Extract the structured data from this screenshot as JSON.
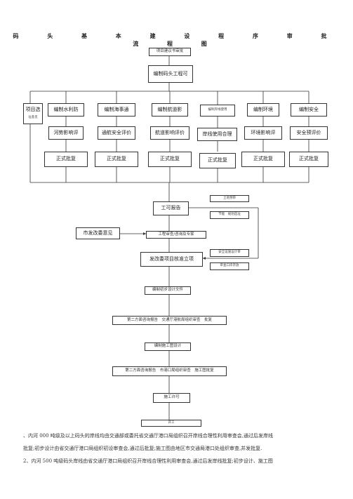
{
  "title": "码 头 基 本 建 设 程 序 审 批 流 程 图",
  "flow": {
    "proposal": "项目建议书审批",
    "feasibility": "编制码头工程可",
    "left_tag": "项目选",
    "left_tag_sub": "址意见",
    "branches": [
      {
        "compile": "编制水利防",
        "review": "河势影响评",
        "approve": "正式批复"
      },
      {
        "compile": "编制海事通",
        "review": "通航安全评价",
        "approve": "正式批复"
      },
      {
        "compile": "编制航道影",
        "review": "航道影响评价",
        "approve": "正式批复"
      },
      {
        "compile": "编制岸线使用",
        "review": "岸线使用合理",
        "approve": "正式批复"
      },
      {
        "compile": "编制环境",
        "review": "环境影响评",
        "approve": "正式批复"
      },
      {
        "compile": "编制安全",
        "review": "安全预评价",
        "approve": "正式批复"
      }
    ],
    "gong_report": "工可报告",
    "right_top_1": "土地预审",
    "right_top_2": "节能　规划选址",
    "ndrc_opinion": "市发改委意见",
    "review_row": "工程审查/咨询及专家",
    "right_mid_1": "安全设施设计审",
    "right_mid_2": "审查口岸开放",
    "approval": "发改委项目核准立项",
    "prelim": "编制初步设计文件",
    "audit1": "第二方面咨询报告　交通厅港航局组织审查　批复",
    "construction": "编制施工图设计",
    "audit2": "第二方面咨询报告　市港口局组织审查　施工图批复",
    "permit": "施工许可",
    "start": "开工"
  },
  "notes": [
    "、内河 000 吨级及以上码头的岸线均由交通部或委托省交通厅港口局组织召开岸线合理性利用审查会,通过后发岸线",
    "批复;初步设计由省交通厅港口局组织初设审查会,通过后批复;施工图由地区市交通局港口处组织审查,并发批复.",
    "2、内河 500 吨级码头岸线由省交通厅港口局组织召开岸线合理性利用审查会,通过后发岸线批复;初步设计、施工图"
  ]
}
